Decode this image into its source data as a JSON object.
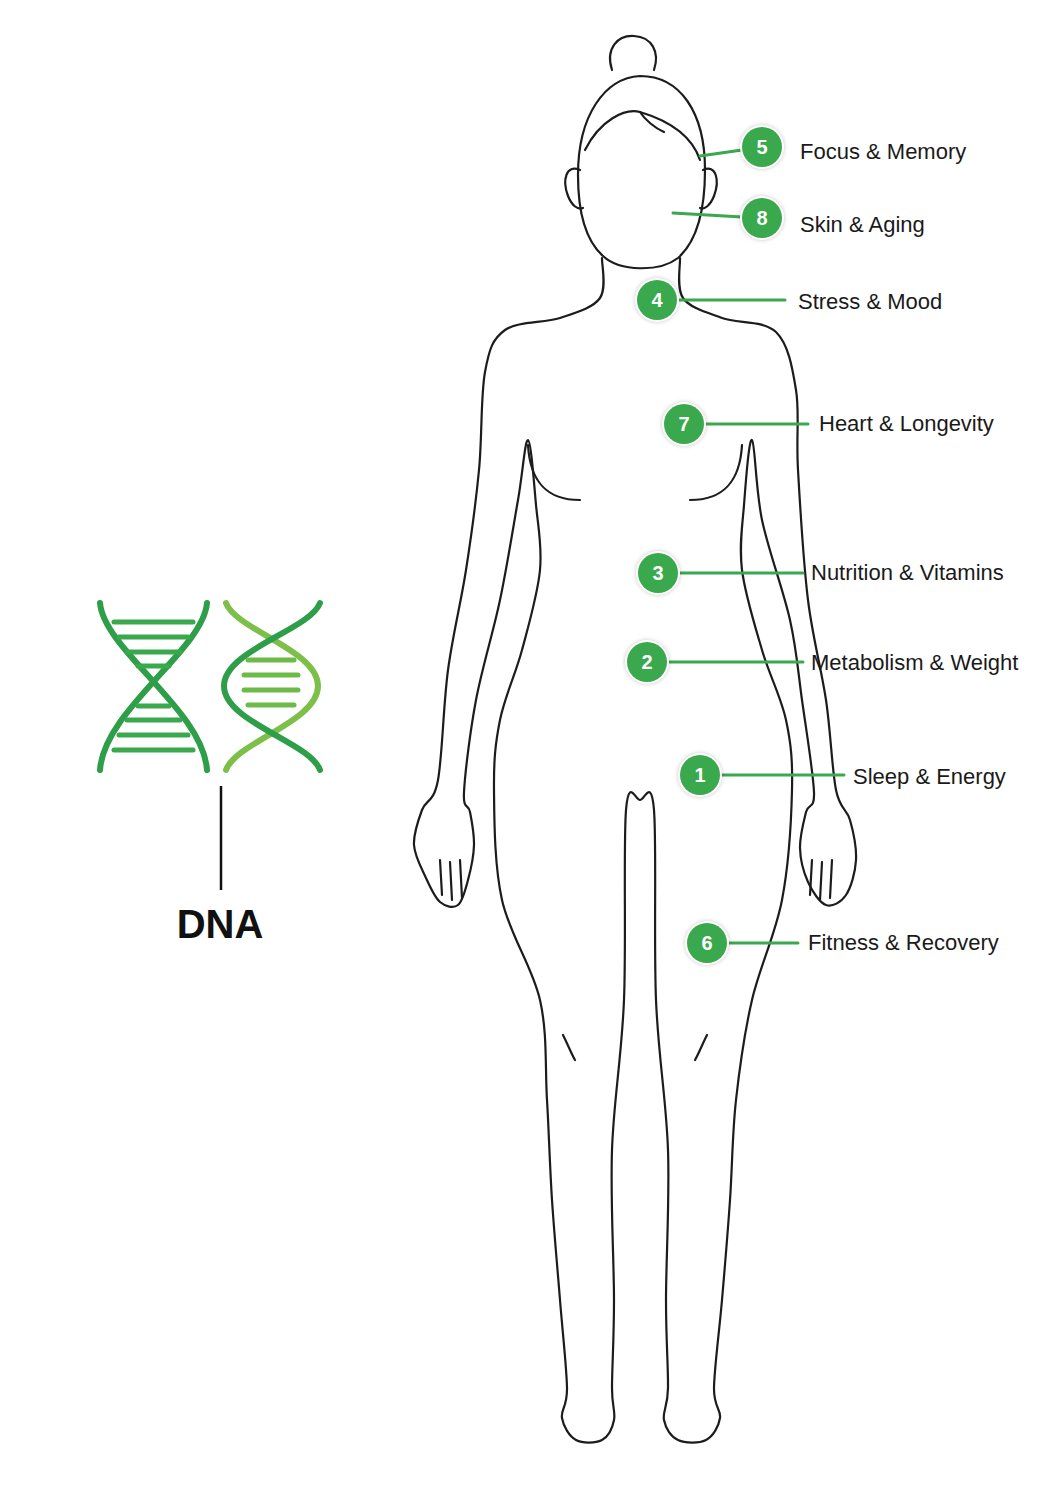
{
  "diagram": {
    "nodes": [
      {
        "text": [
          "5"
        ]
      },
      {
        "text": [
          "8"
        ]
      },
      {
        "text": [
          "4"
        ]
      },
      {
        "text": [
          "7"
        ]
      },
      {
        "text": [
          "3"
        ]
      },
      {
        "text": [
          "2"
        ]
      },
      {
        "text": [
          "1"
        ]
      },
      {
        "text": [
          "6"
        ]
      }
    ],
    "labels": [
      "Focus & Memory",
      "Skin & Aging",
      "Stress & Mood",
      "Heart & Longevity",
      "Nutrition & Vitamins",
      "Metabolism & Weight",
      "Sleep & Energy",
      "Fitness & Recovery",
      "DNA"
    ]
  }
}
